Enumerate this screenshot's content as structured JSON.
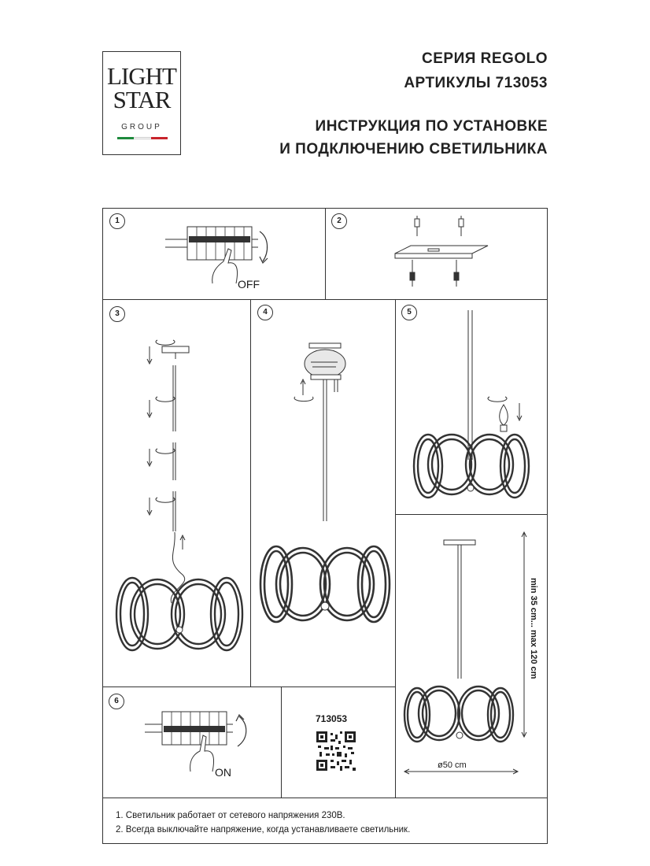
{
  "brand": {
    "line1": "LIGHT",
    "line2": "STAR",
    "line3": "GROUP",
    "flag_colors": [
      "#1e8a3c",
      "#ffffff",
      "#c8242b"
    ]
  },
  "header": {
    "series": "СЕРИЯ REGOLO",
    "article": "АРТИКУЛЫ 713053",
    "title_line1": "ИНСТРУКЦИЯ ПО УСТАНОВКЕ",
    "title_line2": "И ПОДКЛЮЧЕНИЮ СВЕТИЛЬНИКА"
  },
  "steps": [
    {
      "number": "1",
      "caption": "OFF"
    },
    {
      "number": "2"
    },
    {
      "number": "3"
    },
    {
      "number": "4"
    },
    {
      "number": "5"
    },
    {
      "number": "6",
      "caption": "ON"
    }
  ],
  "product": {
    "article_code": "713053",
    "height_label": "min 35 cm... max 120 cm",
    "diameter_label": "ø50 cm"
  },
  "notes": [
    "1. Светильник работает от сетевого напряжения 230В.",
    "2. Всегда выключайте напряжение, когда устанавливаете светильник."
  ]
}
